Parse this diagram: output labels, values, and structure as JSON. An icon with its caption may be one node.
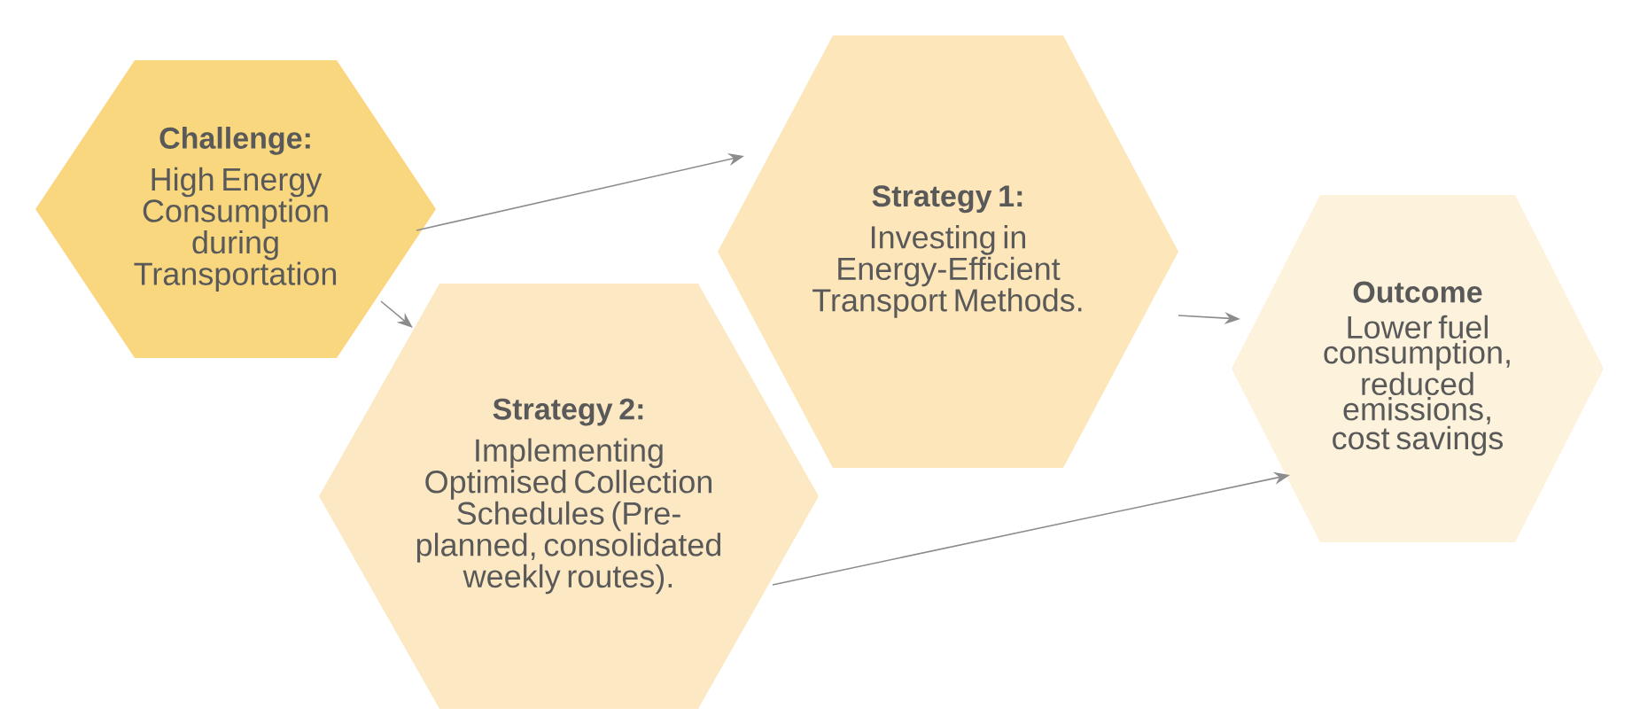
{
  "diagram": {
    "nodes": [
      {
        "text": [
          "Challenge:",
          "High Energy Consumption during Transportation"
        ]
      },
      {
        "text": [
          "Strategy 1:",
          "Investing in Energy-Efficient Transport Methods."
        ]
      },
      {
        "text": [
          "Strategy 2:",
          "Implementing Optimised Collection Schedules (Pre-planned, consolidated weekly routes)."
        ]
      },
      {
        "text": [
          "Outcome",
          "Lower fuel consumption, reduced emissions, cost savings"
        ]
      }
    ],
    "edges": [
      {
        "from": 0,
        "to": 1,
        "arrow": "to"
      },
      {
        "from": 0,
        "to": 2,
        "arrow": "to"
      },
      {
        "from": 1,
        "to": 3,
        "arrow": "to"
      },
      {
        "from": 2,
        "to": 3,
        "arrow": "to"
      }
    ]
  }
}
